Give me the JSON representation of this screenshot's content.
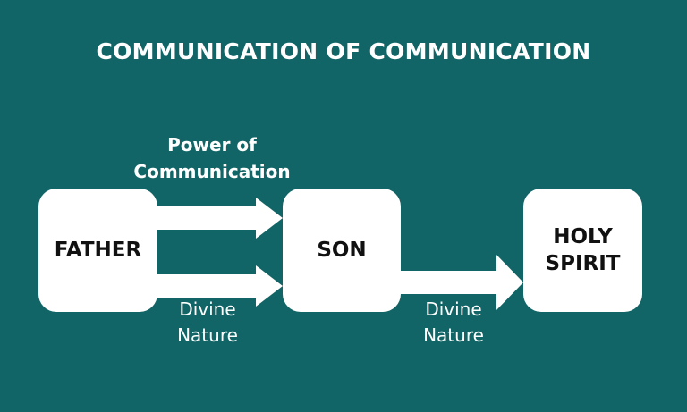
{
  "title": "COMMUNICATION OF COMMUNICATION",
  "nodes": {
    "father": "FATHER",
    "son": "SON",
    "spirit_line1": "HOLY",
    "spirit_line2": "SPIRIT"
  },
  "labels": {
    "power_line1": "Power of",
    "power_line2": "Communication",
    "divine1_line1": "Divine",
    "divine1_line2": "Nature",
    "divine2_line1": "Divine",
    "divine2_line2": "Nature"
  },
  "colors": {
    "background": "#126566",
    "box": "#ffffff",
    "arrow": "#ffffff",
    "text_dark": "#111111",
    "text_light": "#ffffff"
  }
}
